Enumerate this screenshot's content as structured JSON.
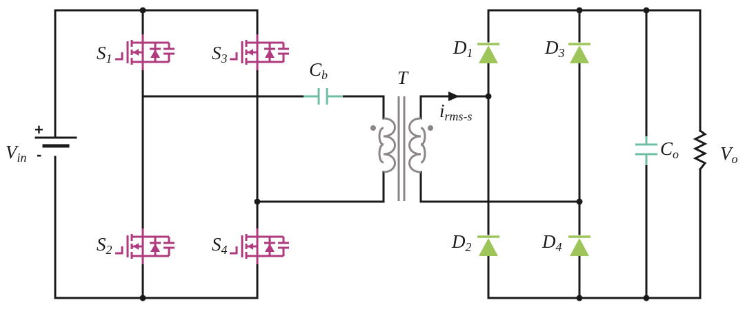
{
  "labels": {
    "vin": {
      "main": "V",
      "sub": "in"
    },
    "s1": {
      "main": "S",
      "sub": "1"
    },
    "s2": {
      "main": "S",
      "sub": "2"
    },
    "s3": {
      "main": "S",
      "sub": "3"
    },
    "s4": {
      "main": "S",
      "sub": "4"
    },
    "cb": {
      "main": "C",
      "sub": "b"
    },
    "t": {
      "main": "T"
    },
    "irms": {
      "main": "i",
      "sub": "rms-s"
    },
    "d1": {
      "main": "D",
      "sub": "1"
    },
    "d2": {
      "main": "D",
      "sub": "2"
    },
    "d3": {
      "main": "D",
      "sub": "3"
    },
    "d4": {
      "main": "D",
      "sub": "4"
    },
    "co": {
      "main": "C",
      "sub": "o"
    },
    "vo": {
      "main": "V",
      "sub": "o"
    },
    "plus": "+",
    "minus": "-"
  },
  "colors": {
    "wire": "#1a1a1a",
    "mosfet": "#b03a7e",
    "capacitor": "#6fbfa5",
    "transformer": "#8c8585",
    "diode": "#9ec55a"
  },
  "icons": {
    "vin": "dc-voltage-source-icon",
    "switch": "mosfet-switch-icon",
    "cb": "capacitor-icon",
    "transformer": "transformer-icon",
    "diode": "diode-icon",
    "co": "capacitor-icon",
    "load": "resistor-icon"
  }
}
